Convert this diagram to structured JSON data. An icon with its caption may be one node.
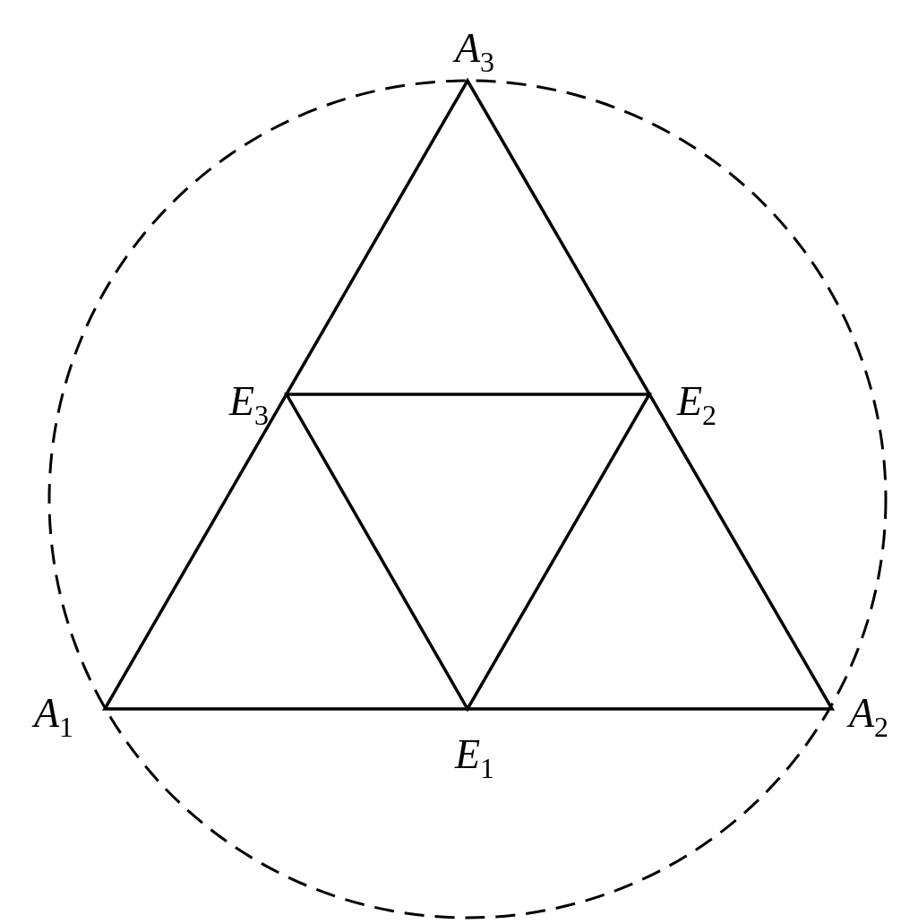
{
  "diagram": {
    "labels": [
      "*A*$_{3}$",
      "*E*$_{3}$",
      "*E*$_{2}$",
      "*A*$_{1}$",
      "*A*$_{2}$",
      "*E*$_{1}$"
    ]
  }
}
